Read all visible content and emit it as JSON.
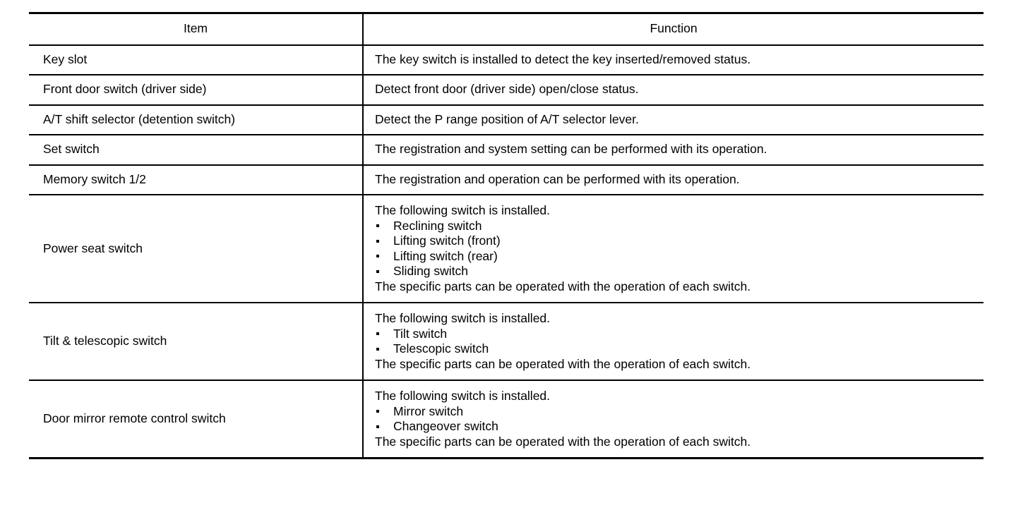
{
  "document": {
    "type": "specification-table",
    "title": "Item / Function specification table"
  },
  "table": {
    "columns": [
      {
        "key": "item",
        "label": "Item"
      },
      {
        "key": "function",
        "label": "Function"
      }
    ],
    "rows": [
      {
        "item": "Key slot",
        "function_lead": "The key switch is installed to detect the key inserted/removed status.",
        "function_bullets": [],
        "function_tail": ""
      },
      {
        "item": "Front door switch (driver side)",
        "function_lead": "Detect front door (driver side) open/close status.",
        "function_bullets": [],
        "function_tail": ""
      },
      {
        "item": "A/T shift selector (detention switch)",
        "function_lead": "Detect the P range position of A/T selector lever.",
        "function_bullets": [],
        "function_tail": ""
      },
      {
        "item": "Set switch",
        "function_lead": "The registration and system setting can be performed with its operation.",
        "function_bullets": [],
        "function_tail": ""
      },
      {
        "item": "Memory switch 1/2",
        "function_lead": "The registration and operation can be performed with its operation.",
        "function_bullets": [],
        "function_tail": ""
      },
      {
        "item": "Power seat switch",
        "function_lead": "The following switch is installed.",
        "function_bullets": [
          "Reclining switch",
          "Lifting switch (front)",
          "Lifting switch (rear)",
          "Sliding switch"
        ],
        "function_tail": "The specific parts can be operated with the operation of each switch."
      },
      {
        "item": "Tilt & telescopic switch",
        "function_lead": "The following switch is installed.",
        "function_bullets": [
          "Tilt switch",
          "Telescopic switch"
        ],
        "function_tail": "The specific parts can be operated with the operation of each switch."
      },
      {
        "item": "Door mirror remote control switch",
        "function_lead": "The following switch is installed.",
        "function_bullets": [
          "Mirror switch",
          "Changeover switch"
        ],
        "function_tail": "The specific parts can be operated with the operation of each switch."
      }
    ]
  },
  "style": {
    "text_color": "#000000",
    "background_color": "#ffffff",
    "rule_color": "#000000"
  }
}
